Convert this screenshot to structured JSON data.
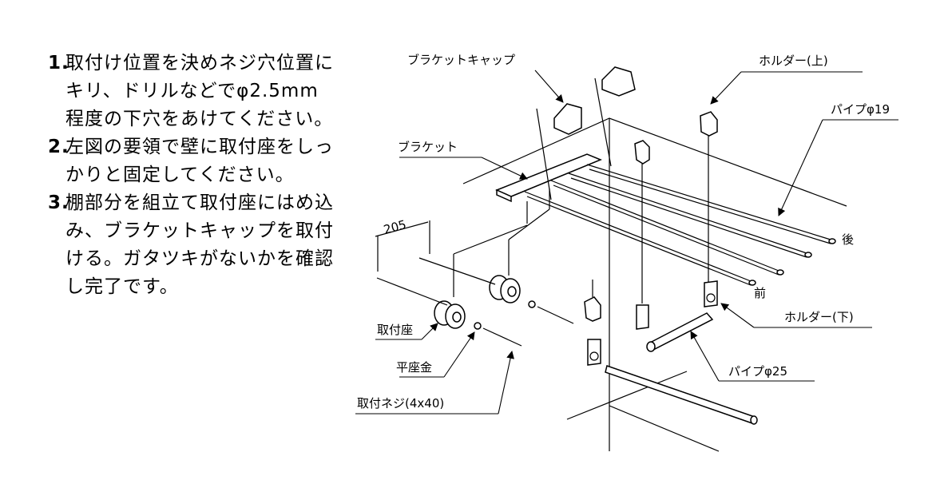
{
  "instructions": [
    {
      "number": "1.",
      "lines": [
        "取付け位置を決めネジ穴位置に",
        "キリ、ドリルなどでφ2.5mm",
        "程度の下穴をあけてください。"
      ]
    },
    {
      "number": "2.",
      "lines": [
        "左図の要領で壁に取付座をしっ",
        "かりと固定してください。"
      ]
    },
    {
      "number": "3.",
      "lines": [
        "棚部分を組立て取付座にはめ込",
        "み、ブラケットキャップを取付",
        "ける。ガタツキがないかを確認",
        "し完了です。"
      ]
    }
  ],
  "labels": {
    "bracket_cap": "ブラケットキャップ",
    "holder_top": "ホルダー(上)",
    "pipe19": "パイプφ19",
    "bracket": "ブラケット",
    "dimension": "205",
    "back": "後",
    "front": "前",
    "holder_bottom": "ホルダー(下)",
    "mount_seat": "取付座",
    "flat_washer": "平座金",
    "pipe25": "パイプφ25",
    "screw": "取付ネジ(4x40)"
  }
}
